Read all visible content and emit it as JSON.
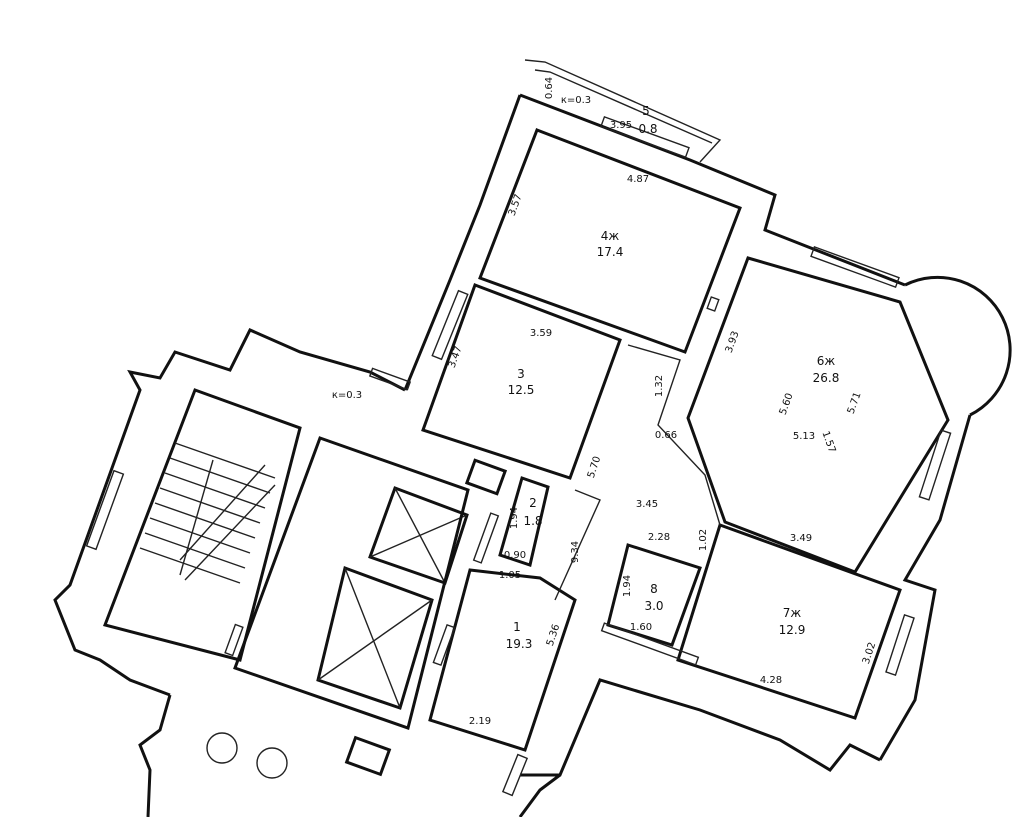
{
  "rooms": [
    {
      "id": "1",
      "number": "1",
      "area": "19.3"
    },
    {
      "id": "2",
      "number": "2",
      "area": "1.8"
    },
    {
      "id": "3",
      "number": "3",
      "area": "12.5"
    },
    {
      "id": "4",
      "number": "4ж",
      "area": "17.4"
    },
    {
      "id": "5",
      "number": "5",
      "area": "0.8"
    },
    {
      "id": "6",
      "number": "6ж",
      "area": "26.8"
    },
    {
      "id": "7",
      "number": "7ж",
      "area": "12.9"
    },
    {
      "id": "8",
      "number": "8",
      "area": "3.0"
    }
  ],
  "dimensions": {
    "d_064": "0.64",
    "d_k03_top": "к=0.3",
    "d_395": "3.95",
    "d_487": "4.87",
    "d_357": "3.57",
    "d_393": "3.93",
    "d_359": "3.59",
    "d_347": "3.47",
    "d_k03_mid": "к=0.3",
    "d_132": "1.32",
    "d_560": "5.60",
    "d_571": "5.71",
    "d_513": "5.13",
    "d_157": "1.57",
    "d_066": "0.66",
    "d_570": "5.70",
    "d_345": "3.45",
    "d_194a": "1.94",
    "d_090": "0.90",
    "d_105": "1.05",
    "d_934": "9.34",
    "d_228": "2.28",
    "d_102": "1.02",
    "d_349": "3.49",
    "d_194b": "1.94",
    "d_160": "1.60",
    "d_536": "5.36",
    "d_302": "3.02",
    "d_428": "4.28",
    "d_219": "2.19"
  }
}
